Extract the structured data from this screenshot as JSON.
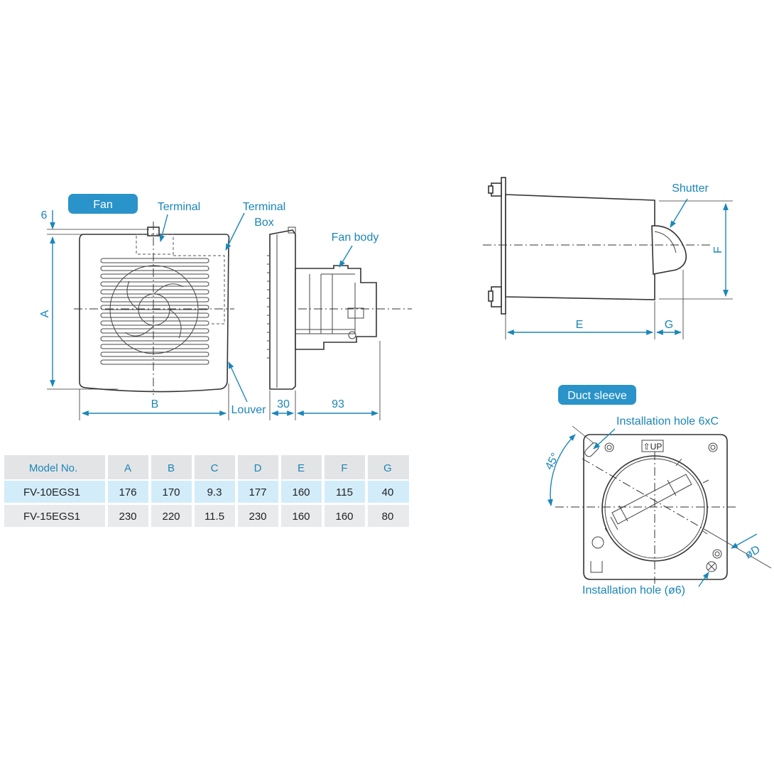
{
  "tags": {
    "fan": "Fan",
    "duct_sleeve": "Duct sleeve"
  },
  "fan_view": {
    "terminal": "Terminal",
    "terminal_box_1": "Terminal",
    "terminal_box_2": "Box",
    "fan_body": "Fan body",
    "louver": "Louver",
    "dim_6": "6",
    "dim_a": "A",
    "dim_b": "B",
    "dim_30": "30",
    "dim_93": "93"
  },
  "sleeve_view": {
    "shutter": "Shutter",
    "dim_e": "E",
    "dim_f": "F",
    "dim_g": "G"
  },
  "duct_view": {
    "install_hole_6xc": "Installation hole 6xC",
    "install_hole_d6": "Installation hole (ø6)",
    "angle": "45°",
    "dia_d": "øD",
    "up_mark": "⇧UP"
  },
  "table": {
    "headers": [
      "Model No.",
      "A",
      "B",
      "C",
      "D",
      "E",
      "F",
      "G"
    ],
    "rows": [
      [
        "FV-10EGS1",
        "176",
        "170",
        "9.3",
        "177",
        "160",
        "115",
        "40"
      ],
      [
        "FV-15EGS1",
        "230",
        "220",
        "11.5",
        "230",
        "160",
        "160",
        "80"
      ]
    ]
  },
  "colors": {
    "accent": "#1b86b8",
    "tag_fill": "#2a93c9",
    "header_row": "#e3e4e6",
    "highlight_row": "#d2ecfa",
    "plain_row": "#e9eaec"
  }
}
